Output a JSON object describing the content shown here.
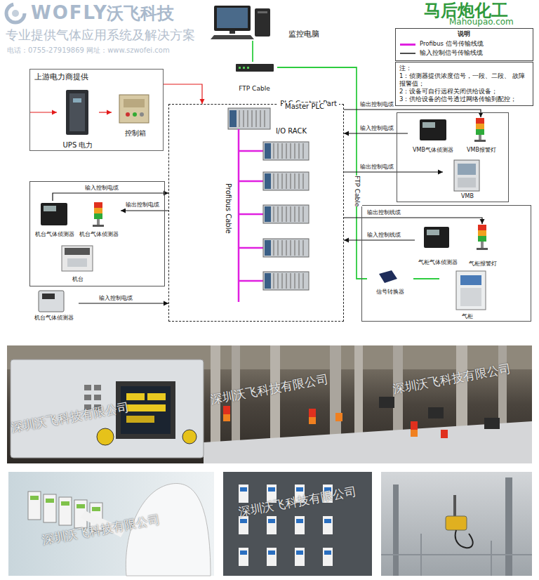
{
  "diagram": {
    "nodes": [
      {
        "text": [
          "监控电脑"
        ]
      },
      {
        "text": [
          "注：",
          "1：侦测器提供浓度信号，一段、二段、 故障报警值；",
          "2：设备可自行远程关闭供给设备；",
          "3：供给设备的信号透过网络传输到配控；"
        ]
      },
      {
        "text": [
          "FTP Cable"
        ]
      },
      {
        "text": [
          "上游电力商提供"
        ]
      },
      {
        "text": [
          "UPS 电力"
        ],
        "in": 3
      },
      {
        "text": [
          "控制箱"
        ],
        "in": 3
      },
      {
        "text": [
          "PLC Control Part",
          "Profibus Cable"
        ]
      },
      {
        "text": [
          "Master PLC"
        ],
        "in": 6
      },
      {
        "text": [
          "I/O RACK"
        ],
        "in": 6
      },
      {
        "text": []
      },
      {
        "text": [
          "机台气体侦测器"
        ],
        "in": 9
      },
      {
        "text": [
          "机台气体侦测器"
        ],
        "in": 9
      },
      {
        "text": [
          "机台"
        ],
        "in": 9
      },
      {
        "text": [
          "机台气体侦测器"
        ]
      },
      {
        "text": []
      },
      {
        "text": [
          "VMB气体侦测器"
        ],
        "in": 14
      },
      {
        "text": [
          "VMB报警灯"
        ],
        "in": 14
      },
      {
        "text": [
          "VMB"
        ],
        "in": 14
      },
      {
        "text": []
      },
      {
        "text": [
          "气柜气体侦测器"
        ],
        "in": 18
      },
      {
        "text": [
          "气柜报警灯"
        ],
        "in": 18
      },
      {
        "text": [
          "信号转换器"
        ],
        "in": 18
      },
      {
        "text": [
          "气柜"
        ],
        "in": 18
      }
    ],
    "edges": [
      {
        "from": 0,
        "to": 2,
        "arrow": "none"
      },
      {
        "from": 2,
        "to": 21,
        "label": "FTP Cable",
        "arrow": "none"
      },
      {
        "from": 21,
        "to": 22,
        "arrow": "none"
      },
      {
        "from": 3,
        "to": 4,
        "arrow": "to"
      },
      {
        "from": 4,
        "to": 5,
        "arrow": "to"
      },
      {
        "from": 3,
        "to": 6,
        "arrow": "to"
      },
      {
        "from": 10,
        "to": 6,
        "label": "输入控制电缆",
        "arrow": "to"
      },
      {
        "from": 6,
        "to": 11,
        "label": "输出控制电缆",
        "arrow": "to"
      },
      {
        "from": 13,
        "to": 6,
        "label": "输入控制电缆",
        "arrow": "to"
      },
      {
        "from": 6,
        "to": 16,
        "label": "输出控制电缆",
        "arrow": "to"
      },
      {
        "from": 15,
        "to": 6,
        "label": "输入控制电缆",
        "arrow": "to"
      },
      {
        "from": 6,
        "to": 17,
        "label": "输出控制电缆",
        "arrow": "to"
      },
      {
        "from": 6,
        "to": 20,
        "label": "输出控制线缆",
        "arrow": "to"
      },
      {
        "from": 19,
        "to": 6,
        "label": "输入控制线缆",
        "arrow": "to"
      }
    ],
    "labels": [
      "WOFLY",
      "沃飞科技",
      "专业提供气体应用系统及解决方案",
      "电话：0755-27919869 网址：www.szwofei.com",
      "马后炮化工",
      "Mahoupao.com",
      "说明",
      "深圳沃飞科技有限公司",
      "深圳沃飞科技有限公司",
      "深圳沃飞科技有限公司",
      "深圳沃飞科技有限公司",
      "深圳沃飞科技有限公司"
    ],
    "legend": [
      {
        "text": "Profibus 信号传输线缆",
        "color": "#e020e0"
      },
      {
        "text": "输入控制信号传输线缆"
      }
    ]
  }
}
